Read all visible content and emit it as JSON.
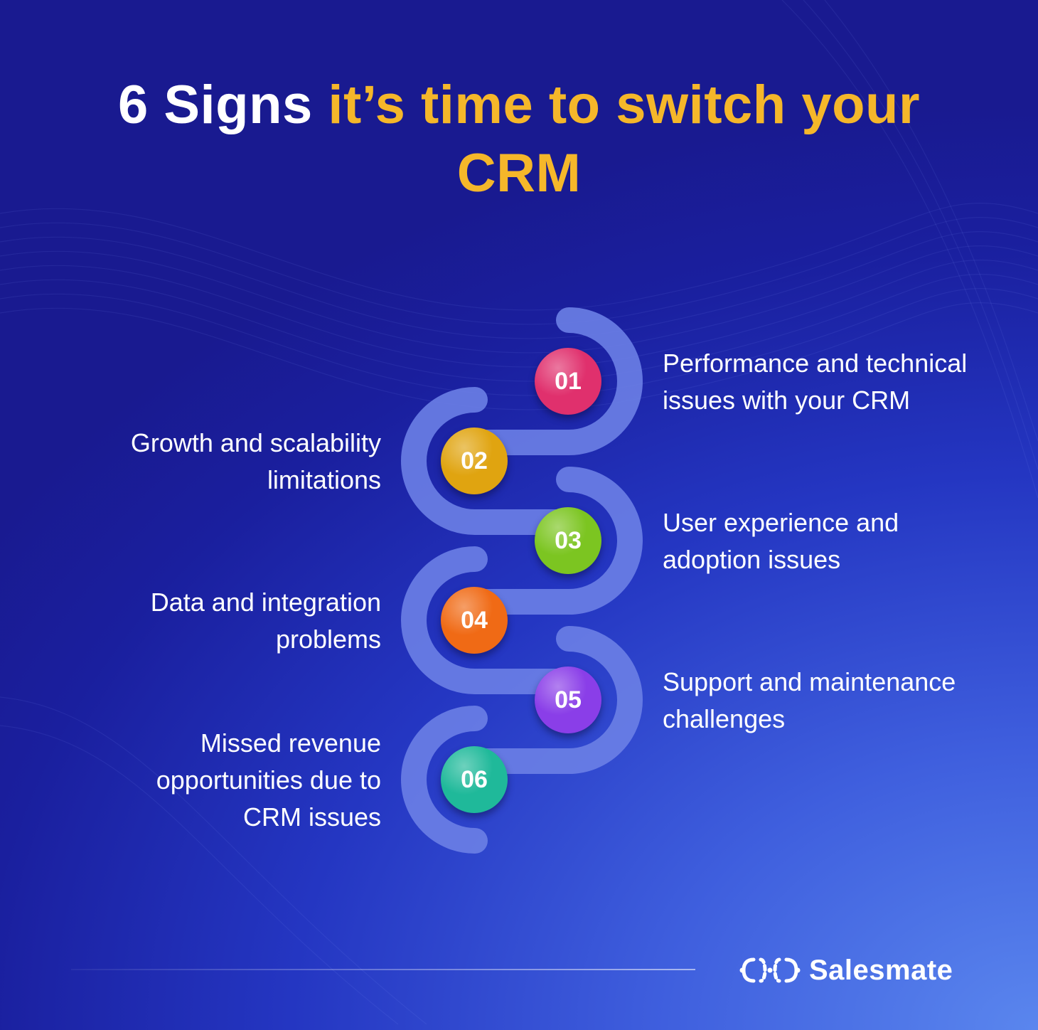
{
  "title": {
    "part1": "6 Signs",
    "part2": "it’s time to switch your",
    "part3": "CRM"
  },
  "colors": {
    "title_white": "#ffffff",
    "title_accent": "#f5b72a",
    "track": "#6b7fe6"
  },
  "signs": [
    {
      "number": "01",
      "lines": [
        "Performance and technical",
        "issues with your CRM"
      ],
      "color": "#e0306d"
    },
    {
      "number": "02",
      "lines": [
        "Growth and scalability",
        "limitations"
      ],
      "color": "#e0a410"
    },
    {
      "number": "03",
      "lines": [
        "User experience and",
        "adoption issues"
      ],
      "color": "#7cc521"
    },
    {
      "number": "04",
      "lines": [
        "Data and integration",
        "problems"
      ],
      "color": "#f06a15"
    },
    {
      "number": "05",
      "lines": [
        "Support and maintenance",
        "challenges"
      ],
      "color": "#8a3ee8"
    },
    {
      "number": "06",
      "lines": [
        "Missed revenue",
        "opportunities due to",
        "CRM issues"
      ],
      "color": "#1fb99a"
    }
  ],
  "brand": {
    "name": "Salesmate",
    "icon": "salesmate-logo-icon"
  }
}
